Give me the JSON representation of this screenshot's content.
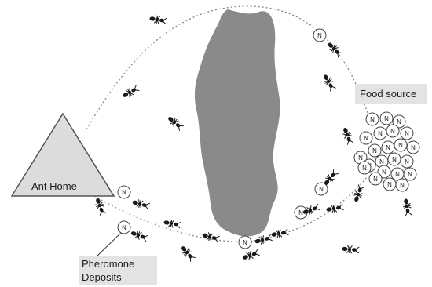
{
  "labels": {
    "home": "Ant Home",
    "food": "Food source",
    "pheromone_line1": "Pheromone",
    "pheromone_line2": "Deposits",
    "marker_letter": "N"
  },
  "colors": {
    "obstacle": "#8a8a8a",
    "home_fill": "#dcdcdc",
    "ant": "#1a1a1a",
    "path": "#888888",
    "marker_fill": "#ffffff"
  },
  "icons": {
    "ant": "ant-icon",
    "marker": "pheromone-marker-icon",
    "obstacle": "obstacle-blob",
    "home": "triangle-home-shape"
  }
}
